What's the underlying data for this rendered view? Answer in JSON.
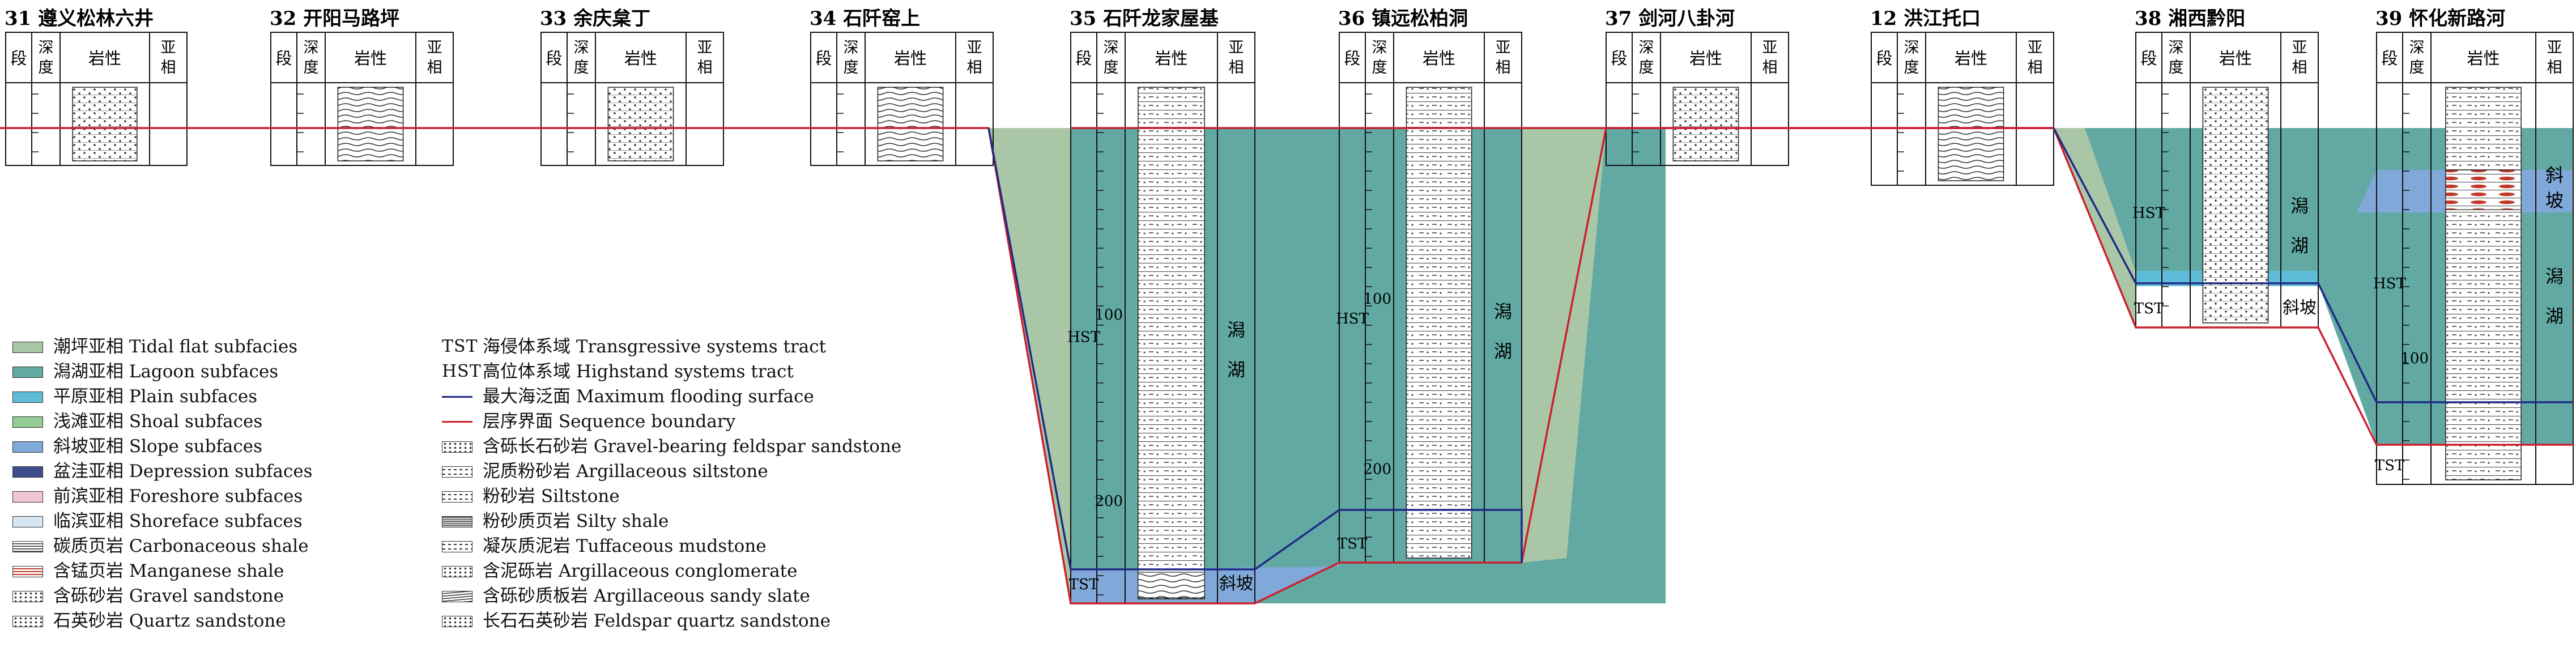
{
  "header": {
    "seg": "段",
    "depth": "深度",
    "lith": "岩性",
    "subfacies": "亚相"
  },
  "colors": {
    "tidal_flat": "#a9c6a6",
    "lagoon": "#62a9a3",
    "plain": "#5fbcd8",
    "shoal": "#93cc94",
    "slope": "#80a8d8",
    "depression": "#3c4f8c",
    "foreshore": "#f1c7d8",
    "shoreface": "#d6e6f2",
    "mfs_line": "#1f2a86",
    "sb_line": "#cc1f2e"
  },
  "sections": [
    {
      "id": "31",
      "title": "31 遵义松林六井"
    },
    {
      "id": "32",
      "title": "32 开阳马路坪"
    },
    {
      "id": "33",
      "title": "33 余庆枲丁"
    },
    {
      "id": "34",
      "title": "34 石阡窑上"
    },
    {
      "id": "35",
      "title": "35 石阡龙家屋基",
      "hst": "HST",
      "tst": "TST",
      "subfacies_main": "潟湖",
      "subfacies_base": "斜坡",
      "depth_ticks": [
        "100",
        "200"
      ]
    },
    {
      "id": "36",
      "title": "36 镇远松柏洞",
      "hst": "HST",
      "tst": "TST",
      "subfacies_main": "潟湖",
      "depth_ticks": [
        "100",
        "200"
      ]
    },
    {
      "id": "37",
      "title": "37 剑河八卦河"
    },
    {
      "id": "12",
      "title": "12 洪江托口"
    },
    {
      "id": "38",
      "title": "38 湘西黔阳",
      "hst": "HST",
      "tst": "TST",
      "subfacies_main": "潟湖",
      "subfacies_base": "斜坡"
    },
    {
      "id": "39",
      "title": "39 怀化新路河",
      "hst": "HST",
      "tst": "TST",
      "subfacies_top": "斜坡",
      "subfacies_main": "潟湖",
      "depth_ticks": [
        "100"
      ]
    }
  ],
  "legend_facies": [
    {
      "key": "tidal_flat",
      "label": "潮坪亚相 Tidal flat subfacies"
    },
    {
      "key": "lagoon",
      "label": "潟湖亚相 Lagoon subfaces"
    },
    {
      "key": "plain",
      "label": "平原亚相 Plain subfaces"
    },
    {
      "key": "shoal",
      "label": "浅滩亚相 Shoal subfaces"
    },
    {
      "key": "slope",
      "label": "斜坡亚相 Slope subfaces"
    },
    {
      "key": "depression",
      "label": "盆洼亚相 Depression subfaces"
    },
    {
      "key": "foreshore",
      "label": "前滨亚相 Foreshore subfaces"
    },
    {
      "key": "shoreface",
      "label": "临滨亚相 Shoreface subfaces"
    },
    {
      "key": "pat-lines",
      "label": "碳质页岩 Carbonaceous shale"
    },
    {
      "key": "pat-red",
      "label": "含锰页岩 Manganese shale"
    },
    {
      "key": "pat-dots",
      "label": "含砾砂岩 Gravel sandstone"
    },
    {
      "key": "pat-dots",
      "label": "石英砂岩 Quartz sandstone"
    }
  ],
  "legend_symbols": [
    {
      "abbr": "TST",
      "label": "海侵体系域 Transgressive systems tract"
    },
    {
      "abbr": "HST",
      "label": "高位体系域 Highstand systems tract"
    },
    {
      "line": "mfs_line",
      "label": "最大海泛面 Maximum flooding surface"
    },
    {
      "line": "sb_line",
      "label": "层序界面 Sequence boundary"
    },
    {
      "pattern": "pat-dots",
      "label": "含砾长石砂岩 Gravel-bearing feldspar sandstone"
    },
    {
      "pattern": "pat-dash",
      "label": "泥质粉砂岩 Argillaceous siltstone"
    },
    {
      "pattern": "pat-dash",
      "label": "粉砂岩 Siltstone"
    },
    {
      "pattern": "pat-thick",
      "label": "粉砂质页岩 Silty shale"
    },
    {
      "pattern": "pat-dash",
      "label": "凝灰质泥岩 Tuffaceous mudstone"
    },
    {
      "pattern": "pat-dots",
      "label": "含泥砾岩 Argillaceous conglomerate"
    },
    {
      "pattern": "pat-wave",
      "label": "含砾砂质板岩 Argillaceous sandy slate"
    },
    {
      "pattern": "pat-dots",
      "label": "长石石英砂岩 Feldspar quartz sandstone"
    }
  ]
}
